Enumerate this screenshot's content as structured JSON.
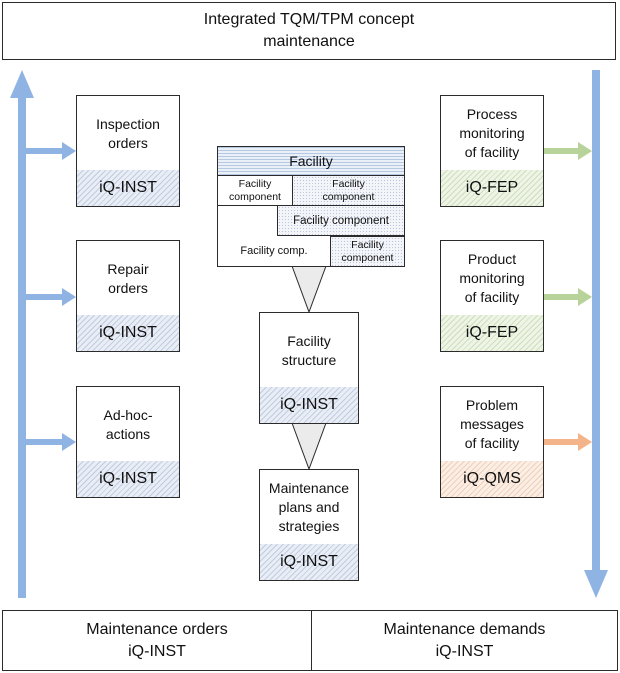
{
  "header": {
    "line1": "Integrated TQM/TPM concept",
    "line2": "maintenance"
  },
  "left_cards": [
    {
      "line1": "Inspection",
      "line2": "orders",
      "tag": "iQ-INST"
    },
    {
      "line1": "Repair",
      "line2": "orders",
      "tag": "iQ-INST"
    },
    {
      "line1": "Ad-hoc-",
      "line2": "actions",
      "tag": "iQ-INST"
    }
  ],
  "right_cards": [
    {
      "line1": "Process",
      "line2": "monitoring",
      "line3": "of facility",
      "tag": "iQ-FEP"
    },
    {
      "line1": "Product",
      "line2": "monitoring",
      "line3": "of facility",
      "tag": "iQ-FEP"
    },
    {
      "line1": "Problem",
      "line2": "messages",
      "line3": "of facility",
      "tag": "iQ-QMS"
    }
  ],
  "facility": {
    "title": "Facility",
    "comp_a_1": "Facility",
    "comp_a_2": "component",
    "comp_b_1": "Facility",
    "comp_b_2": "component",
    "comp_c": "Facility component",
    "comp_d": "Facility comp.",
    "comp_e_1": "Facility",
    "comp_e_2": "component"
  },
  "structure": {
    "line1": "Facility",
    "line2": "structure",
    "tag": "iQ-INST"
  },
  "plans": {
    "line1": "Maintenance",
    "line2": "plans and",
    "line3": "strategies",
    "tag": "iQ-INST"
  },
  "footer": {
    "left_line1": "Maintenance orders",
    "left_line2": "iQ-INST",
    "right_line1": "Maintenance demands",
    "right_line2": "iQ-INST"
  },
  "colors": {
    "blue_arrow": "#8fb3e3",
    "green_arrow": "#b7d39a",
    "orange_arrow": "#f3b48a",
    "border": "#2b2b2b"
  }
}
